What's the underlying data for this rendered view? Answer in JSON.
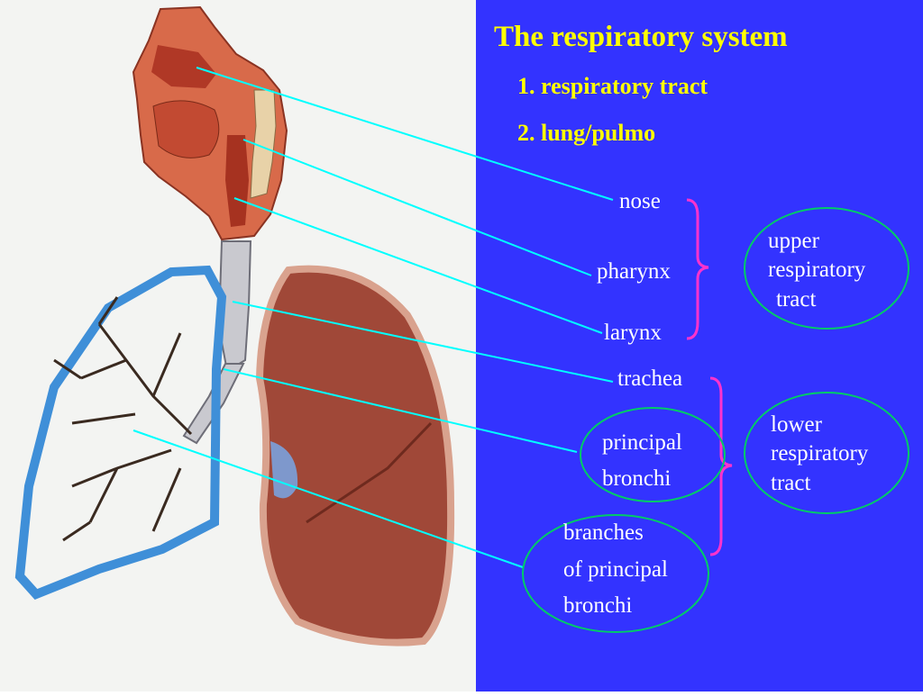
{
  "title": "The respiratory system",
  "subitems": [
    "1. respiratory tract",
    "2. lung/pulmo"
  ],
  "labels": {
    "nose": "nose",
    "pharynx": "pharynx",
    "larynx": "larynx",
    "trachea": "trachea",
    "principal_bronchi": [
      "principal",
      "bronchi"
    ],
    "branches": [
      "branches",
      "of principal",
      "bronchi"
    ]
  },
  "groups": {
    "upper": [
      "upper",
      "respiratory",
      "tract"
    ],
    "lower": [
      "lower",
      "respiratory",
      "tract"
    ]
  },
  "colors": {
    "background": "#3333ff",
    "title": "#ffff00",
    "text": "#ffffff",
    "leader_line": "#00ffff",
    "brace": "#ff33cc",
    "ellipse": "#00cc66"
  }
}
